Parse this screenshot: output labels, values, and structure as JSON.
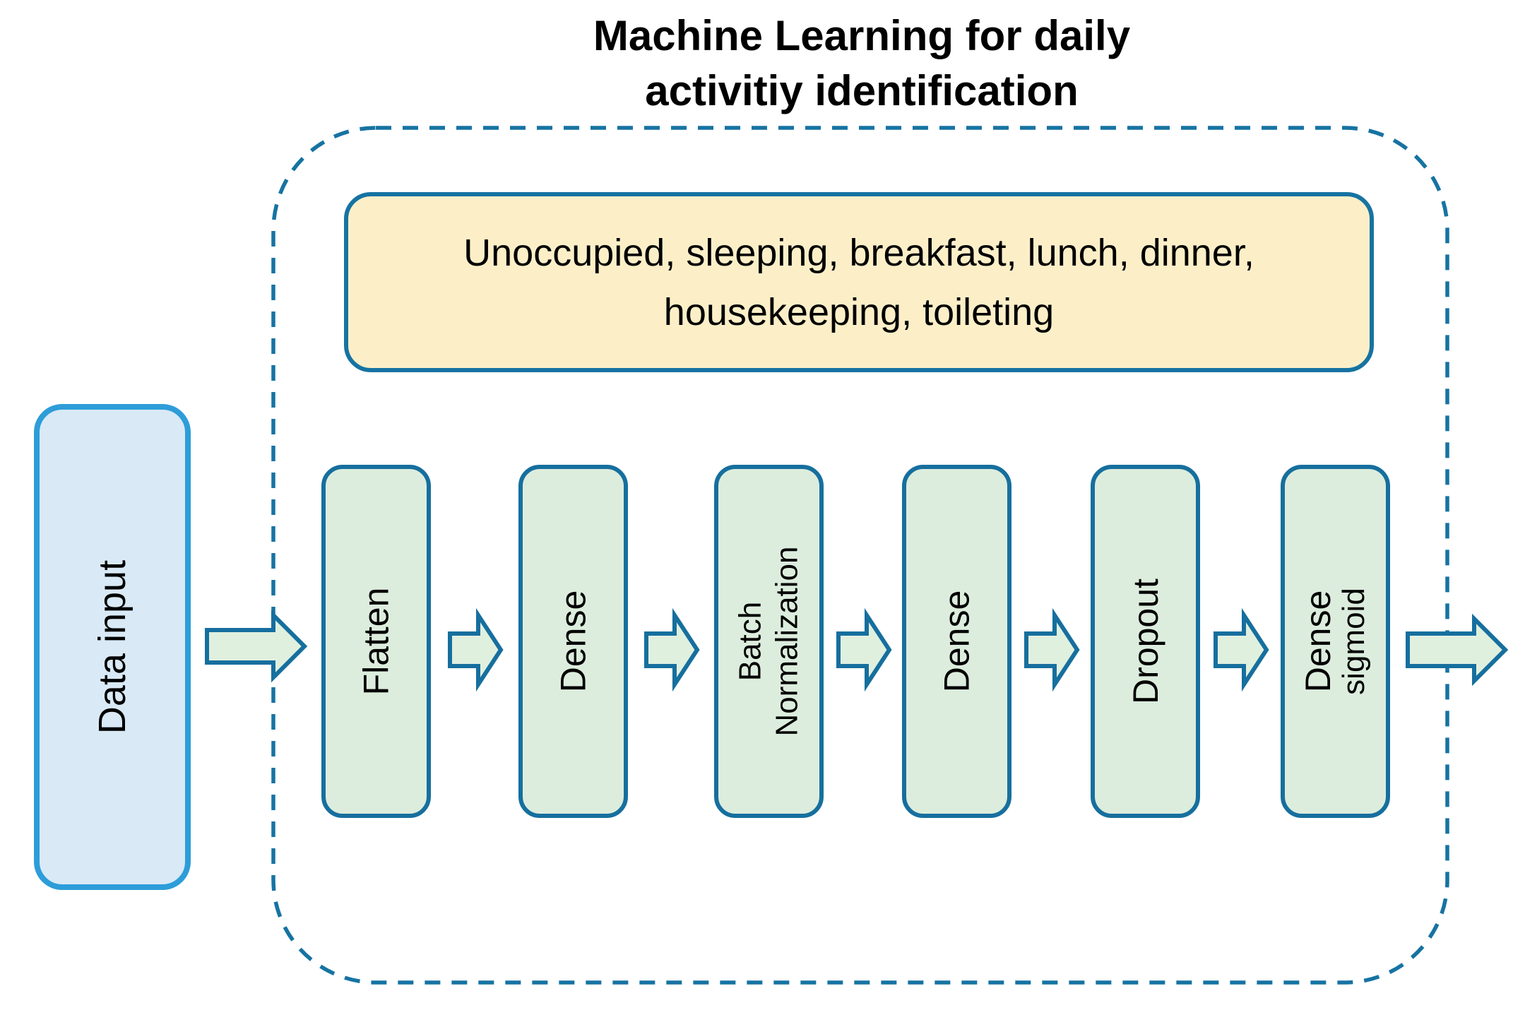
{
  "title": {
    "line1": "Machine Learning for daily",
    "line2": "activitiy identification"
  },
  "activities_box": {
    "line1": "Unoccupied, sleeping, breakfast, lunch, dinner,",
    "line2": "housekeeping, toileting"
  },
  "input_box": {
    "label": "Data input"
  },
  "pipeline": {
    "layers": [
      {
        "label": "Flatten"
      },
      {
        "label": "Dense"
      },
      {
        "label": "Batch",
        "label2": "Normalization"
      },
      {
        "label": "Dense"
      },
      {
        "label": "Dropout"
      },
      {
        "label": "Dense",
        "label2": "sigmoid"
      }
    ]
  },
  "icons": {
    "flow_arrow": "flow-arrow-icon"
  },
  "colors": {
    "teal_border": "#166F9E",
    "dashed_border": "#1673A2",
    "blue_border": "#2D9DD9",
    "green_fill": "#DCEDDD",
    "blue_fill": "#D9E9F6",
    "yellow_fill": "#FCEFC8",
    "arrow_fill": "#E0F0DF",
    "text": "#000000",
    "background": "#FFFFFF"
  }
}
